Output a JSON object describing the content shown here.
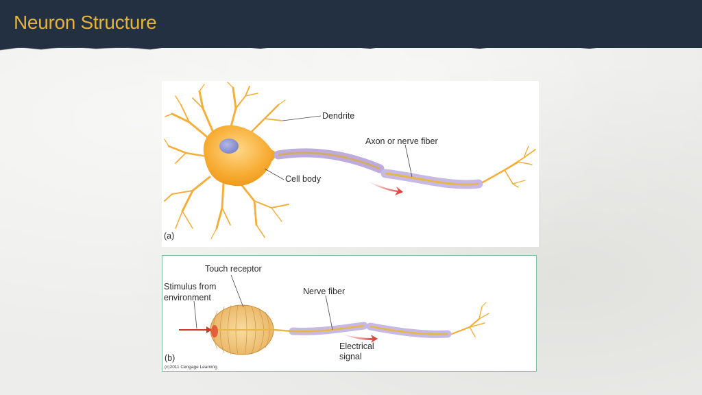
{
  "slide": {
    "title": "Neuron Structure"
  },
  "figure_a": {
    "panel_label": "(a)",
    "labels": {
      "dendrite": "Dendrite",
      "axon": "Axon or nerve fiber",
      "cell_body": "Cell body"
    }
  },
  "figure_b": {
    "panel_label": "(b)",
    "labels": {
      "touch_receptor": "Touch receptor",
      "stimulus_line1": "Stimulus from",
      "stimulus_line2": "environment",
      "nerve_fiber": "Nerve fiber",
      "signal_line1": "Electrical",
      "signal_line2": "signal"
    },
    "copyright": "(c)2011 Cengage Learning"
  },
  "colors": {
    "header_bg": "#233042",
    "title_color": "#e3b43c",
    "cell_body": "#f5a623",
    "fiber_sheath": "#cdbfe6",
    "fiber_core": "#e8b840",
    "signal_arrow": "#d8322a"
  }
}
